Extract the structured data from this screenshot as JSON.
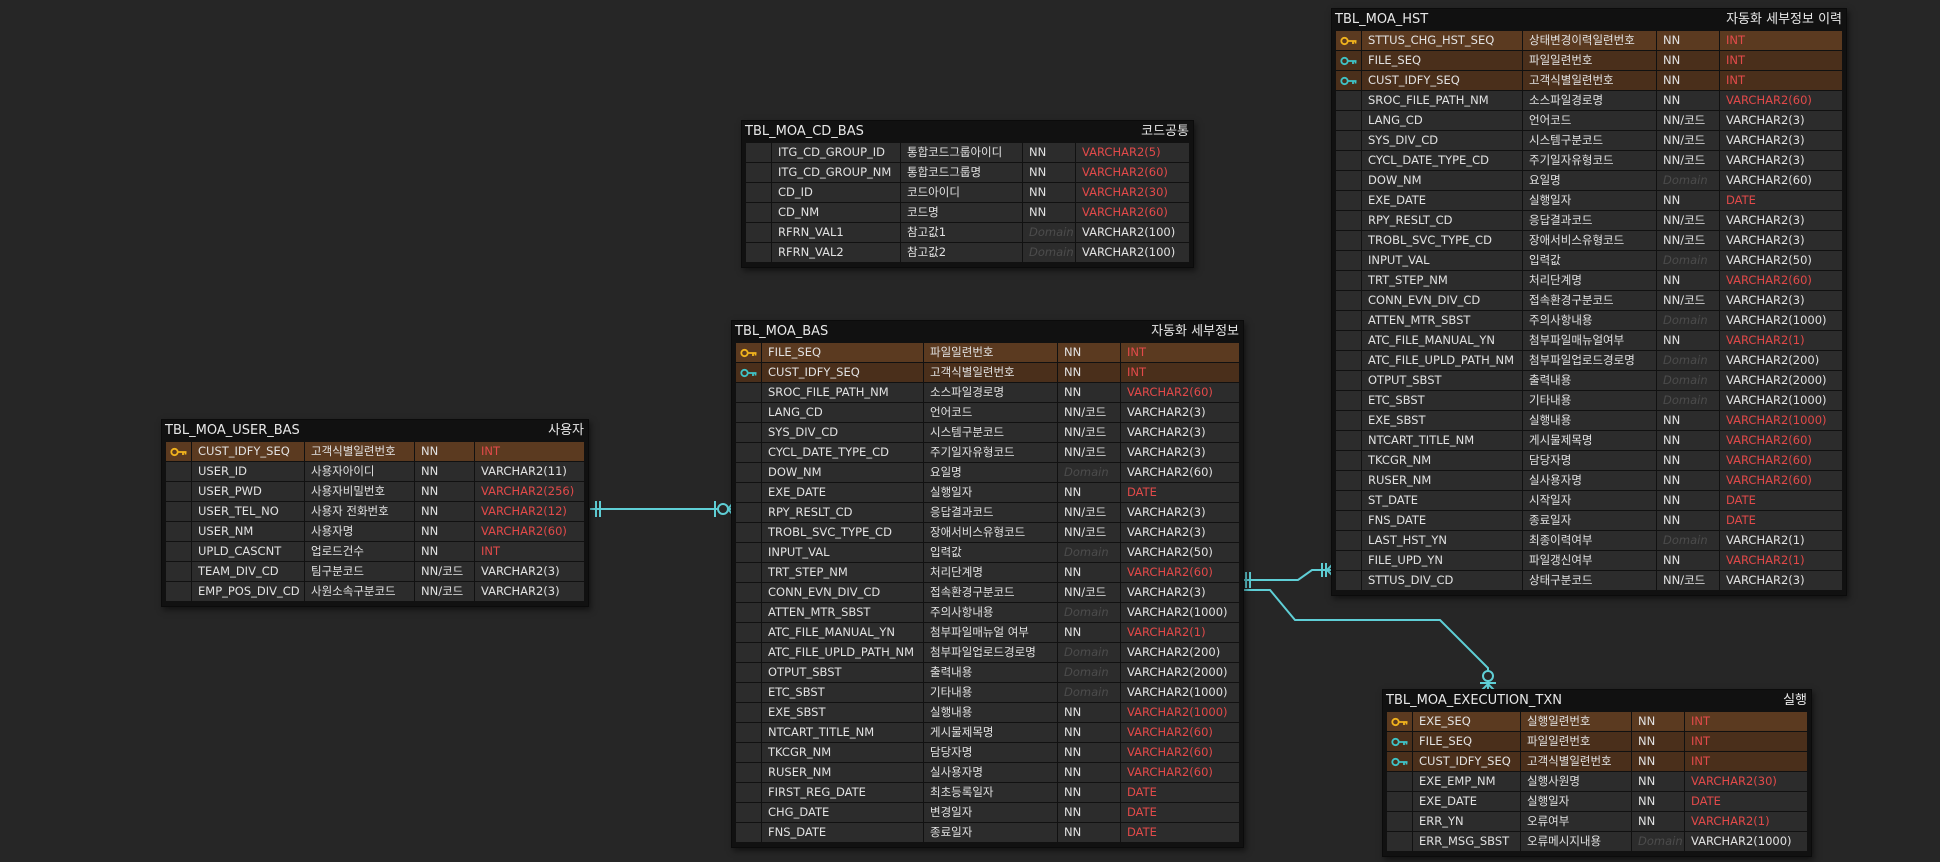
{
  "tables": {
    "cd_bas": {
      "name": "TBL_MOA_CD_BAS",
      "label": "코드공통",
      "columns": [
        {
          "col": "ITG_CD_GROUP_ID",
          "kor": "통합코드그룹아이디",
          "nn": "NN",
          "type": "VARCHAR2(5)",
          "red": true
        },
        {
          "col": "ITG_CD_GROUP_NM",
          "kor": "통합코드그룹명",
          "nn": "NN",
          "type": "VARCHAR2(60)",
          "red": true
        },
        {
          "col": "CD_ID",
          "kor": "코드아이디",
          "nn": "NN",
          "type": "VARCHAR2(30)",
          "red": true
        },
        {
          "col": "CD_NM",
          "kor": "코드명",
          "nn": "NN",
          "type": "VARCHAR2(60)",
          "red": true
        },
        {
          "col": "RFRN_VAL1",
          "kor": "참고값1",
          "nn": "Domain",
          "type": "VARCHAR2(100)",
          "red": false
        },
        {
          "col": "RFRN_VAL2",
          "kor": "참고값2",
          "nn": "Domain",
          "type": "VARCHAR2(100)",
          "red": false
        }
      ]
    },
    "user_bas": {
      "name": "TBL_MOA_USER_BAS",
      "label": "사용자",
      "columns": [
        {
          "col": "CUST_IDFY_SEQ",
          "kor": "고객식별일련번호",
          "nn": "NN",
          "type": "INT",
          "red": true,
          "key": "pk"
        },
        {
          "col": "USER_ID",
          "kor": "사용자아이디",
          "nn": "NN",
          "type": "VARCHAR2(11)",
          "red": false
        },
        {
          "col": "USER_PWD",
          "kor": "사용자비밀번호",
          "nn": "NN",
          "type": "VARCHAR2(256)",
          "red": true
        },
        {
          "col": "USER_TEL_NO",
          "kor": "사용자 전화번호",
          "nn": "NN",
          "type": "VARCHAR2(12)",
          "red": true
        },
        {
          "col": "USER_NM",
          "kor": "사용자명",
          "nn": "NN",
          "type": "VARCHAR2(60)",
          "red": true
        },
        {
          "col": "UPLD_CASCNT",
          "kor": "업로드건수",
          "nn": "NN",
          "type": "INT",
          "red": true
        },
        {
          "col": "TEAM_DIV_CD",
          "kor": "팀구분코드",
          "nn": "NN/코드",
          "type": "VARCHAR2(3)",
          "red": false
        },
        {
          "col": "EMP_POS_DIV_CD",
          "kor": "사원소속구분코드",
          "nn": "NN/코드",
          "type": "VARCHAR2(3)",
          "red": false
        }
      ]
    },
    "moa_bas": {
      "name": "TBL_MOA_BAS",
      "label": "자동화 세부정보",
      "columns": [
        {
          "col": "FILE_SEQ",
          "kor": "파일일련번호",
          "nn": "NN",
          "type": "INT",
          "red": true,
          "key": "pk"
        },
        {
          "col": "CUST_IDFY_SEQ",
          "kor": "고객식별일련번호",
          "nn": "NN",
          "type": "INT",
          "red": true,
          "key": "fk"
        },
        {
          "col": "SROC_FILE_PATH_NM",
          "kor": "소스파일경로명",
          "nn": "NN",
          "type": "VARCHAR2(60)",
          "red": true
        },
        {
          "col": "LANG_CD",
          "kor": "언어코드",
          "nn": "NN/코드",
          "type": "VARCHAR2(3)",
          "red": false
        },
        {
          "col": "SYS_DIV_CD",
          "kor": "시스템구분코드",
          "nn": "NN/코드",
          "type": "VARCHAR2(3)",
          "red": false
        },
        {
          "col": "CYCL_DATE_TYPE_CD",
          "kor": "주기일자유형코드",
          "nn": "NN/코드",
          "type": "VARCHAR2(3)",
          "red": false
        },
        {
          "col": "DOW_NM",
          "kor": "요일명",
          "nn": "Domain",
          "type": "VARCHAR2(60)",
          "red": false
        },
        {
          "col": "EXE_DATE",
          "kor": "실행일자",
          "nn": "NN",
          "type": "DATE",
          "red": true
        },
        {
          "col": "RPY_RESLT_CD",
          "kor": "응답결과코드",
          "nn": "NN/코드",
          "type": "VARCHAR2(3)",
          "red": false
        },
        {
          "col": "TROBL_SVC_TYPE_CD",
          "kor": "장애서비스유형코드",
          "nn": "NN/코드",
          "type": "VARCHAR2(3)",
          "red": false
        },
        {
          "col": "INPUT_VAL",
          "kor": "입력값",
          "nn": "Domain",
          "type": "VARCHAR2(50)",
          "red": false
        },
        {
          "col": "TRT_STEP_NM",
          "kor": "처리단계명",
          "nn": "NN",
          "type": "VARCHAR2(60)",
          "red": true
        },
        {
          "col": "CONN_EVN_DIV_CD",
          "kor": "접속환경구분코드",
          "nn": "NN/코드",
          "type": "VARCHAR2(3)",
          "red": false
        },
        {
          "col": "ATTEN_MTR_SBST",
          "kor": "주의사항내용",
          "nn": "Domain",
          "type": "VARCHAR2(1000)",
          "red": false
        },
        {
          "col": "ATC_FILE_MANUAL_YN",
          "kor": "첨부파일매뉴얼 여부",
          "nn": "NN",
          "type": "VARCHAR2(1)",
          "red": true
        },
        {
          "col": "ATC_FILE_UPLD_PATH_NM",
          "kor": "첨부파일업로드경로명",
          "nn": "Domain",
          "type": "VARCHAR2(200)",
          "red": false
        },
        {
          "col": "OTPUT_SBST",
          "kor": "출력내용",
          "nn": "Domain",
          "type": "VARCHAR2(2000)",
          "red": false
        },
        {
          "col": "ETC_SBST",
          "kor": "기타내용",
          "nn": "Domain",
          "type": "VARCHAR2(1000)",
          "red": false
        },
        {
          "col": "EXE_SBST",
          "kor": "실행내용",
          "nn": "NN",
          "type": "VARCHAR2(1000)",
          "red": true
        },
        {
          "col": "NTCART_TITLE_NM",
          "kor": "게시물제목명",
          "nn": "NN",
          "type": "VARCHAR2(60)",
          "red": true
        },
        {
          "col": "TKCGR_NM",
          "kor": "담당자명",
          "nn": "NN",
          "type": "VARCHAR2(60)",
          "red": true
        },
        {
          "col": "RUSER_NM",
          "kor": "실사용자명",
          "nn": "NN",
          "type": "VARCHAR2(60)",
          "red": true
        },
        {
          "col": "FIRST_REG_DATE",
          "kor": "최초등록일자",
          "nn": "NN",
          "type": "DATE",
          "red": true
        },
        {
          "col": "CHG_DATE",
          "kor": "변경일자",
          "nn": "NN",
          "type": "DATE",
          "red": true
        },
        {
          "col": "FNS_DATE",
          "kor": "종료일자",
          "nn": "NN",
          "type": "DATE",
          "red": true
        }
      ]
    },
    "moa_hst": {
      "name": "TBL_MOA_HST",
      "label": "자동화 세부정보 이력",
      "columns": [
        {
          "col": "STTUS_CHG_HST_SEQ",
          "kor": "상태변경이력일련번호",
          "nn": "NN",
          "type": "INT",
          "red": true,
          "key": "pk"
        },
        {
          "col": "FILE_SEQ",
          "kor": "파일일련번호",
          "nn": "NN",
          "type": "INT",
          "red": true,
          "key": "fk"
        },
        {
          "col": "CUST_IDFY_SEQ",
          "kor": "고객식별일련번호",
          "nn": "NN",
          "type": "INT",
          "red": true,
          "key": "fk"
        },
        {
          "col": "SROC_FILE_PATH_NM",
          "kor": "소스파일경로명",
          "nn": "NN",
          "type": "VARCHAR2(60)",
          "red": true
        },
        {
          "col": "LANG_CD",
          "kor": "언어코드",
          "nn": "NN/코드",
          "type": "VARCHAR2(3)",
          "red": false
        },
        {
          "col": "SYS_DIV_CD",
          "kor": "시스템구분코드",
          "nn": "NN/코드",
          "type": "VARCHAR2(3)",
          "red": false
        },
        {
          "col": "CYCL_DATE_TYPE_CD",
          "kor": "주기일자유형코드",
          "nn": "NN/코드",
          "type": "VARCHAR2(3)",
          "red": false
        },
        {
          "col": "DOW_NM",
          "kor": "요일명",
          "nn": "Domain",
          "type": "VARCHAR2(60)",
          "red": false
        },
        {
          "col": "EXE_DATE",
          "kor": "실행일자",
          "nn": "NN",
          "type": "DATE",
          "red": true
        },
        {
          "col": "RPY_RESLT_CD",
          "kor": "응답결과코드",
          "nn": "NN/코드",
          "type": "VARCHAR2(3)",
          "red": false
        },
        {
          "col": "TROBL_SVC_TYPE_CD",
          "kor": "장애서비스유형코드",
          "nn": "NN/코드",
          "type": "VARCHAR2(3)",
          "red": false
        },
        {
          "col": "INPUT_VAL",
          "kor": "입력값",
          "nn": "Domain",
          "type": "VARCHAR2(50)",
          "red": false
        },
        {
          "col": "TRT_STEP_NM",
          "kor": "처리단계명",
          "nn": "NN",
          "type": "VARCHAR2(60)",
          "red": true
        },
        {
          "col": "CONN_EVN_DIV_CD",
          "kor": "접속환경구분코드",
          "nn": "NN/코드",
          "type": "VARCHAR2(3)",
          "red": false
        },
        {
          "col": "ATTEN_MTR_SBST",
          "kor": "주의사항내용",
          "nn": "Domain",
          "type": "VARCHAR2(1000)",
          "red": false
        },
        {
          "col": "ATC_FILE_MANUAL_YN",
          "kor": "첨부파일매뉴얼여부",
          "nn": "NN",
          "type": "VARCHAR2(1)",
          "red": true
        },
        {
          "col": "ATC_FILE_UPLD_PATH_NM",
          "kor": "첨부파일업로드경로명",
          "nn": "Domain",
          "type": "VARCHAR2(200)",
          "red": false
        },
        {
          "col": "OTPUT_SBST",
          "kor": "출력내용",
          "nn": "Domain",
          "type": "VARCHAR2(2000)",
          "red": false
        },
        {
          "col": "ETC_SBST",
          "kor": "기타내용",
          "nn": "Domain",
          "type": "VARCHAR2(1000)",
          "red": false
        },
        {
          "col": "EXE_SBST",
          "kor": "실행내용",
          "nn": "NN",
          "type": "VARCHAR2(1000)",
          "red": true
        },
        {
          "col": "NTCART_TITLE_NM",
          "kor": "게시물제목명",
          "nn": "NN",
          "type": "VARCHAR2(60)",
          "red": true
        },
        {
          "col": "TKCGR_NM",
          "kor": "담당자명",
          "nn": "NN",
          "type": "VARCHAR2(60)",
          "red": true
        },
        {
          "col": "RUSER_NM",
          "kor": "실사용자명",
          "nn": "NN",
          "type": "VARCHAR2(60)",
          "red": true
        },
        {
          "col": "ST_DATE",
          "kor": "시작일자",
          "nn": "NN",
          "type": "DATE",
          "red": true
        },
        {
          "col": "FNS_DATE",
          "kor": "종료일자",
          "nn": "NN",
          "type": "DATE",
          "red": true
        },
        {
          "col": "LAST_HST_YN",
          "kor": "최종이력여부",
          "nn": "Domain",
          "type": "VARCHAR2(1)",
          "red": false
        },
        {
          "col": "FILE_UPD_YN",
          "kor": "파일갱신여부",
          "nn": "NN",
          "type": "VARCHAR2(1)",
          "red": true
        },
        {
          "col": "STTUS_DIV_CD",
          "kor": "상태구분코드",
          "nn": "NN/코드",
          "type": "VARCHAR2(3)",
          "red": false
        }
      ]
    },
    "execution_txn": {
      "name": "TBL_MOA_EXECUTION_TXN",
      "label": "실행",
      "columns": [
        {
          "col": "EXE_SEQ",
          "kor": "실행일련번호",
          "nn": "NN",
          "type": "INT",
          "red": true,
          "key": "pk"
        },
        {
          "col": "FILE_SEQ",
          "kor": "파일일련번호",
          "nn": "NN",
          "type": "INT",
          "red": true,
          "key": "fk"
        },
        {
          "col": "CUST_IDFY_SEQ",
          "kor": "고객식별일련번호",
          "nn": "NN",
          "type": "INT",
          "red": true,
          "key": "fk"
        },
        {
          "col": "EXE_EMP_NM",
          "kor": "실행사원명",
          "nn": "NN",
          "type": "VARCHAR2(30)",
          "red": true
        },
        {
          "col": "EXE_DATE",
          "kor": "실행일자",
          "nn": "NN",
          "type": "DATE",
          "red": true
        },
        {
          "col": "ERR_YN",
          "kor": "오류여부",
          "nn": "NN",
          "type": "VARCHAR2(1)",
          "red": true
        },
        {
          "col": "ERR_MSG_SBST",
          "kor": "오류메시지내용",
          "nn": "Domain",
          "type": "VARCHAR2(1000)",
          "red": false
        }
      ]
    }
  },
  "colors": {
    "background": "#262626",
    "relationship_line": "#5fcfd6",
    "pk_key": "#f2b41d",
    "fk_key": "#3fc4c8",
    "constraint_red": "#e24a4a"
  },
  "icons": {
    "primary_key": "key-icon",
    "foreign_key": "key-icon"
  }
}
